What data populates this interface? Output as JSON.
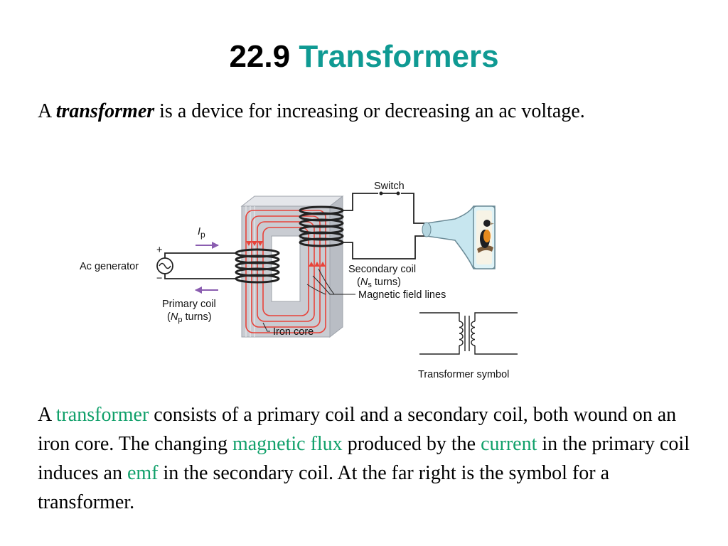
{
  "title": {
    "number": "22.9",
    "word": "Transformers"
  },
  "intro": {
    "lead": "A",
    "term": "transformer",
    "rest": "is a device for increasing or decreasing an ac voltage."
  },
  "diagram": {
    "labels": {
      "switch": "Switch",
      "current_symbol": "I",
      "current_sub": "p",
      "plus": "+",
      "minus": "−",
      "ac_generator": "Ac generator",
      "primary_coil": "Primary coil",
      "primary_turns_pre": "(",
      "primary_turns_var": "N",
      "primary_turns_sub": "p",
      "primary_turns_post": " turns)",
      "secondary_coil": "Secondary coil",
      "secondary_turns_pre": "(",
      "secondary_turns_var": "N",
      "secondary_turns_sub": "s",
      "secondary_turns_post": " turns)",
      "field_lines": "Magnetic field lines",
      "iron_core": "Iron core",
      "symbol": "Transformer symbol"
    },
    "colors": {
      "field_lines": "#e8433a",
      "current_arrow": "#8a5db0",
      "core": "#c9ccd2",
      "coil": "#222222"
    }
  },
  "body": {
    "s1": "A",
    "h1": "transformer",
    "s2": "consists of a primary coil and a secondary coil, both wound on an iron core. The changing",
    "h2": "magnetic flux",
    "s3": "produced by the",
    "h3": "current",
    "s4": "in the primary coil induces an",
    "h4": "emf",
    "s5": "in the secondary coil. At the far right is the symbol for a transformer."
  }
}
